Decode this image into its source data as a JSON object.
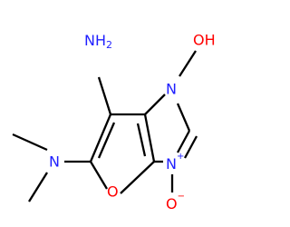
{
  "molecule": {
    "colors": {
      "carbon_bond": "#000000",
      "nitrogen": "#1f1fff",
      "oxygen": "#ff0000",
      "background": "#ffffff"
    },
    "labels": {
      "amine": {
        "element": "N",
        "suffix": "H",
        "subscript": "2"
      },
      "dimethylamine_n": "N",
      "hydroxyl": "OH",
      "ring_n1": "N",
      "ring_n3": "N",
      "ring_n3_charge": "+",
      "furan_o": "O",
      "oxide_o": "O",
      "oxide_charge": "−"
    }
  }
}
